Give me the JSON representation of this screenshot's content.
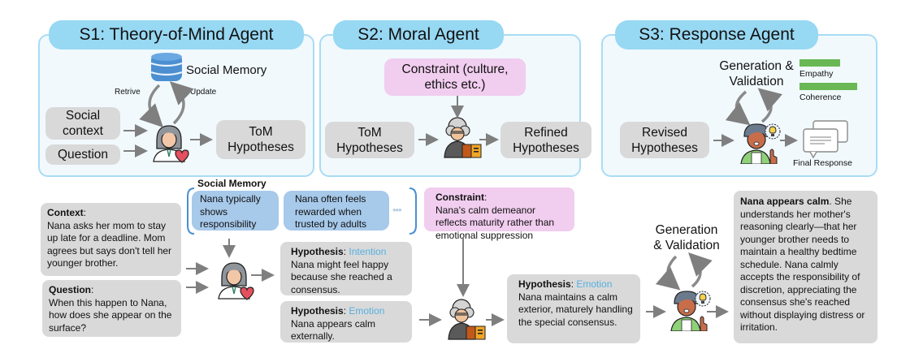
{
  "panels": {
    "s1": {
      "title": "S1: Theory-of-Mind Agent",
      "memory_label": "Social Memory",
      "retrieve_label": "Retrive",
      "update_label": "Update",
      "inputs": [
        "Social context",
        "Question"
      ],
      "output": "ToM Hypotheses"
    },
    "s2": {
      "title": "S2: Moral Agent",
      "constraint": "Constraint (culture, ethics etc.)",
      "input": "ToM Hypotheses",
      "output": "Refined Hypotheses"
    },
    "s3": {
      "title": "S3: Response Agent",
      "loop_label": "Generation & Validation",
      "metrics": [
        {
          "name": "Empathy",
          "value": 0.7
        },
        {
          "name": "Coherence",
          "value": 1.0
        }
      ],
      "input": "Revised Hypotheses",
      "output_label": "Final Response",
      "metric_color": "#6ab855"
    }
  },
  "example": {
    "context": {
      "label": "Context",
      "text": "Nana asks her mom to stay up late for a deadline. Mom agrees but says don't tell her younger brother."
    },
    "question": {
      "label": "Question",
      "text": "When this happen to Nana, how does she appear on the surface?"
    },
    "social_memory": {
      "label": "Social Memory",
      "items": [
        "Nana typically shows responsibility",
        "Nana often feels rewarded when trusted by adults"
      ],
      "more_indicator": "•••"
    },
    "hypotheses": [
      {
        "label": "Hypothesis",
        "type": "Intention",
        "text": "Nana might feel happy because she reached a consensus."
      },
      {
        "label": "Hypothesis",
        "type": "Emotion",
        "text": "Nana appears calm externally."
      }
    ],
    "constraint": {
      "label": "Constraint",
      "text": "Nana's calm demeanor reflects maturity rather than emotional suppression"
    },
    "refined_hypothesis": {
      "label": "Hypothesis",
      "type": "Emotion",
      "text": "Nana maintains a calm exterior, maturely handling the special consensus."
    },
    "loop_label": "Generation & Validation",
    "final_response": {
      "bold": "Nana appears calm",
      "text": ". She understands her mother's reasoning clearly—that her younger brother needs to maintain a healthy bedtime schedule. Nana calmly accepts the responsibility of discretion, appreciating the consensus she's reached without displaying distress or irritation."
    }
  },
  "colors": {
    "panel_bg": "#f1f9fd",
    "panel_border": "#a9dcf4",
    "title_bg": "#97d8f3",
    "gray_box": "#d9d9d9",
    "pink_box": "#f1cdef",
    "memory_box": "#a7c9ea",
    "tag_blue": "#56b0e0",
    "arrow": "#7f7f7f"
  }
}
